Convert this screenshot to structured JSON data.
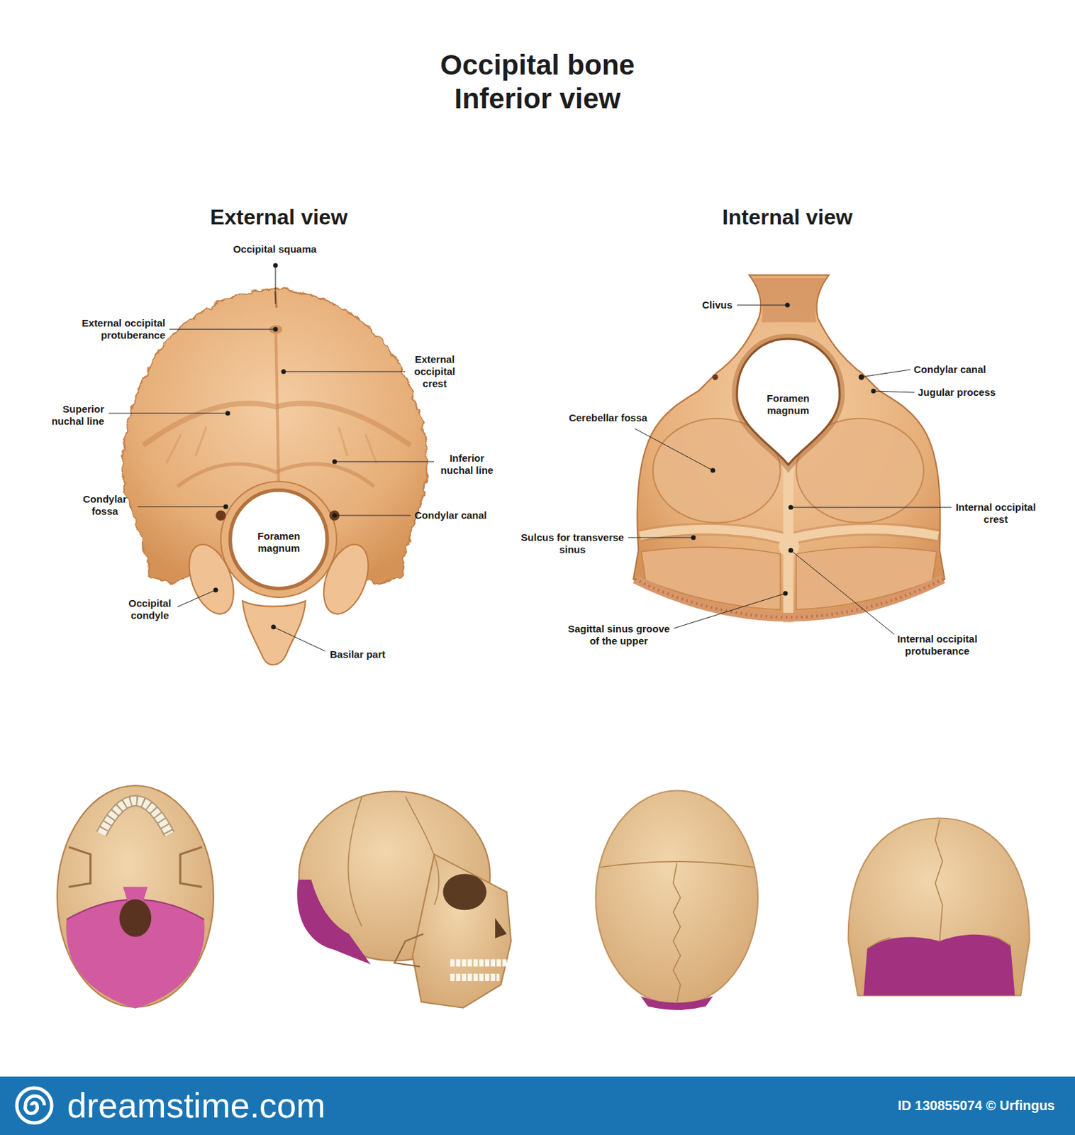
{
  "diagram": {
    "title": "Occipital bone Inferior view",
    "labels": [
      "External view",
      "Internal view",
      "Occipital squama",
      "External occipital protuberance",
      "External occipital crest",
      "Superior nuchal line",
      "Inferior nuchal line",
      "Condylar fossa",
      "Condylar canal",
      "Foramen magnum",
      "Occipital condyle",
      "Basilar part",
      "Clivus",
      "Condylar canal",
      "Jugular process",
      "Foramen magnum",
      "Cerebellar fossa",
      "Internal occipital crest",
      "Sulcus for transverse sinus",
      "Sagittal sinus groove of the upper",
      "Internal occipital protuberance",
      "dreamstime.com",
      "ID 130855074 © Urfingus"
    ]
  }
}
